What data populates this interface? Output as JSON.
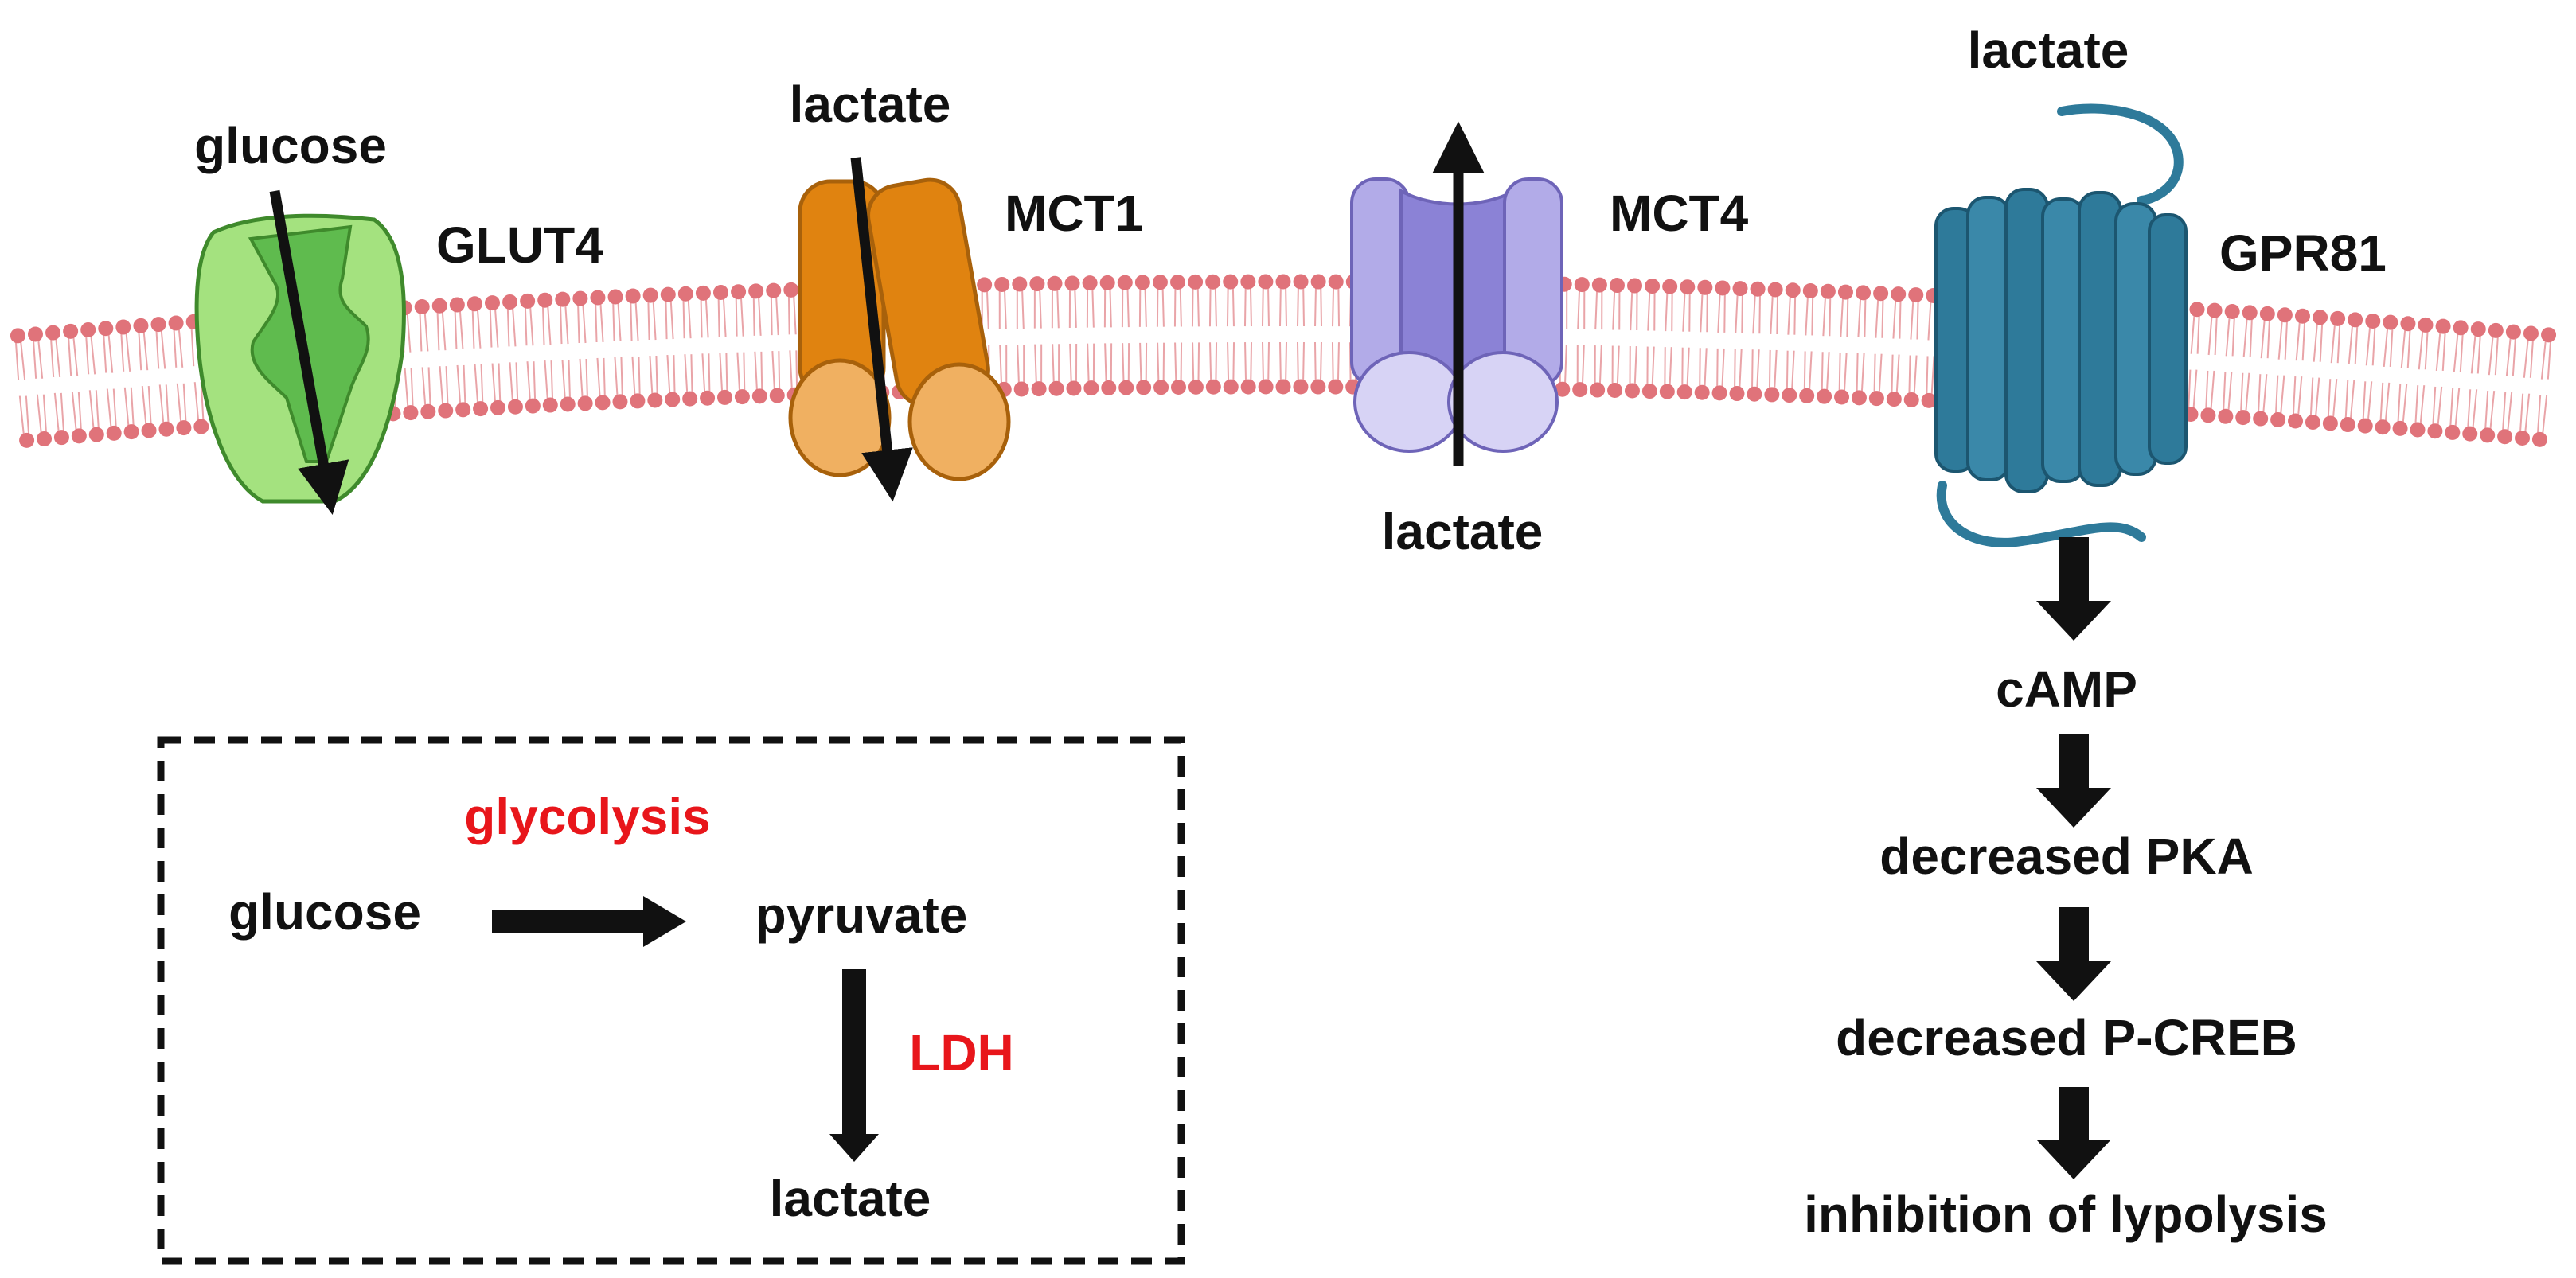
{
  "membrane": {
    "head_color": "#e0737a",
    "tail_color": "#e9a4a8"
  },
  "transporters": {
    "glut4": {
      "name": "GLUT4",
      "substrate": "glucose",
      "colors": {
        "outer": "#a4e27f",
        "inner": "#5fbb4e",
        "stroke": "#3f8a2c"
      }
    },
    "mct1": {
      "name": "MCT1",
      "substrate": "lactate",
      "colors": {
        "top": "#e08310",
        "bottom": "#f0b061",
        "stroke": "#a8610b"
      }
    },
    "mct4": {
      "name": "MCT4",
      "substrate": "lactate",
      "colors": {
        "light": "#b2abe8",
        "dark": "#8b82d6",
        "stroke": "#6e64b8"
      }
    },
    "gpr81": {
      "name": "GPR81",
      "substrate": "lactate",
      "colors": {
        "body": "#2e7a9a",
        "stroke": "#1c5670"
      }
    }
  },
  "signaling_cascade": [
    "cAMP",
    "decreased PKA",
    "decreased P-CREB",
    "inhibition of lypolysis"
  ],
  "pathway_box": {
    "substrate": "glucose",
    "intermediate": "pyruvate",
    "product": "lactate",
    "process": "glycolysis",
    "enzyme": "LDH",
    "highlight_color": "#e8161b"
  }
}
